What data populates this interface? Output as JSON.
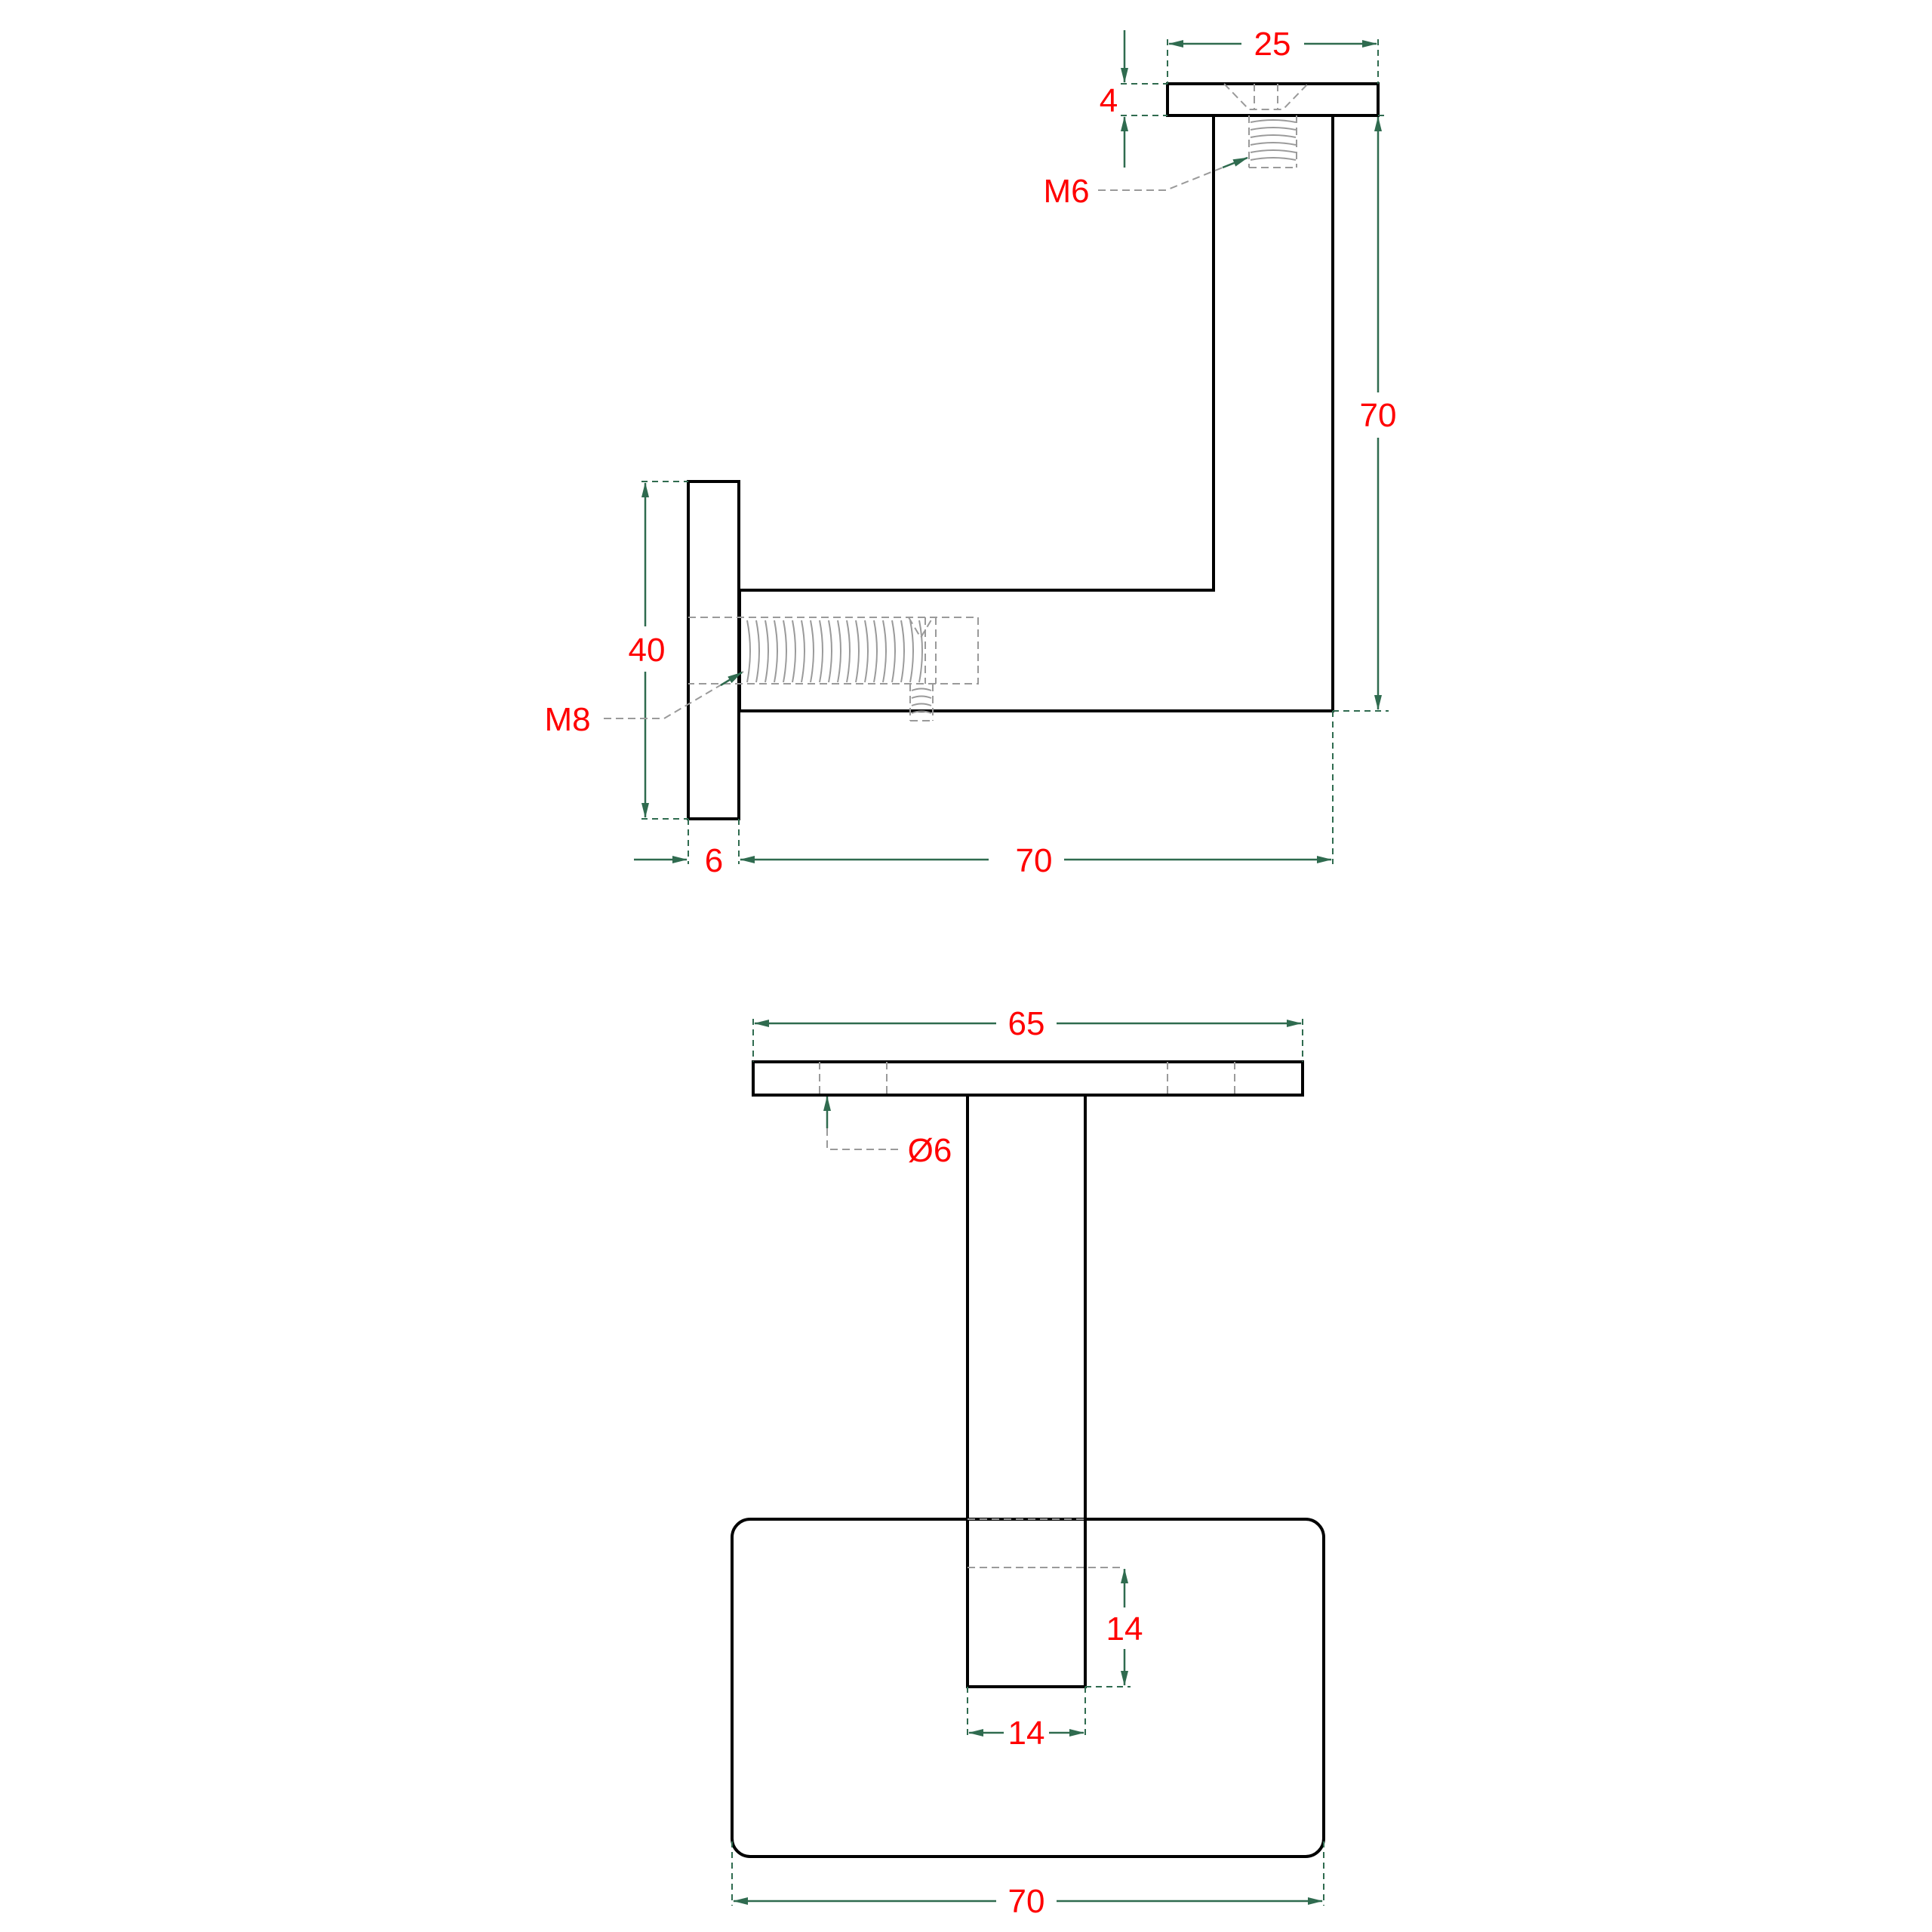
{
  "colors": {
    "outline": "#000000",
    "hidden_lines": "#9a9a9a",
    "dimension_lines": "#2f6b4f",
    "dimension_text": "#ff0000"
  },
  "side_view": {
    "top_plate_width": "25",
    "top_plate_thickness": "4",
    "top_thread": "M6",
    "vertical_height": "70",
    "wall_plate_height": "40",
    "wall_thread": "M8",
    "wall_plate_thickness": "6",
    "arm_length": "70"
  },
  "plan_view": {
    "saddle_width": "65",
    "hole_diameter": "Ø6",
    "stem_depth": "14",
    "stem_width": "14",
    "base_width": "70"
  }
}
